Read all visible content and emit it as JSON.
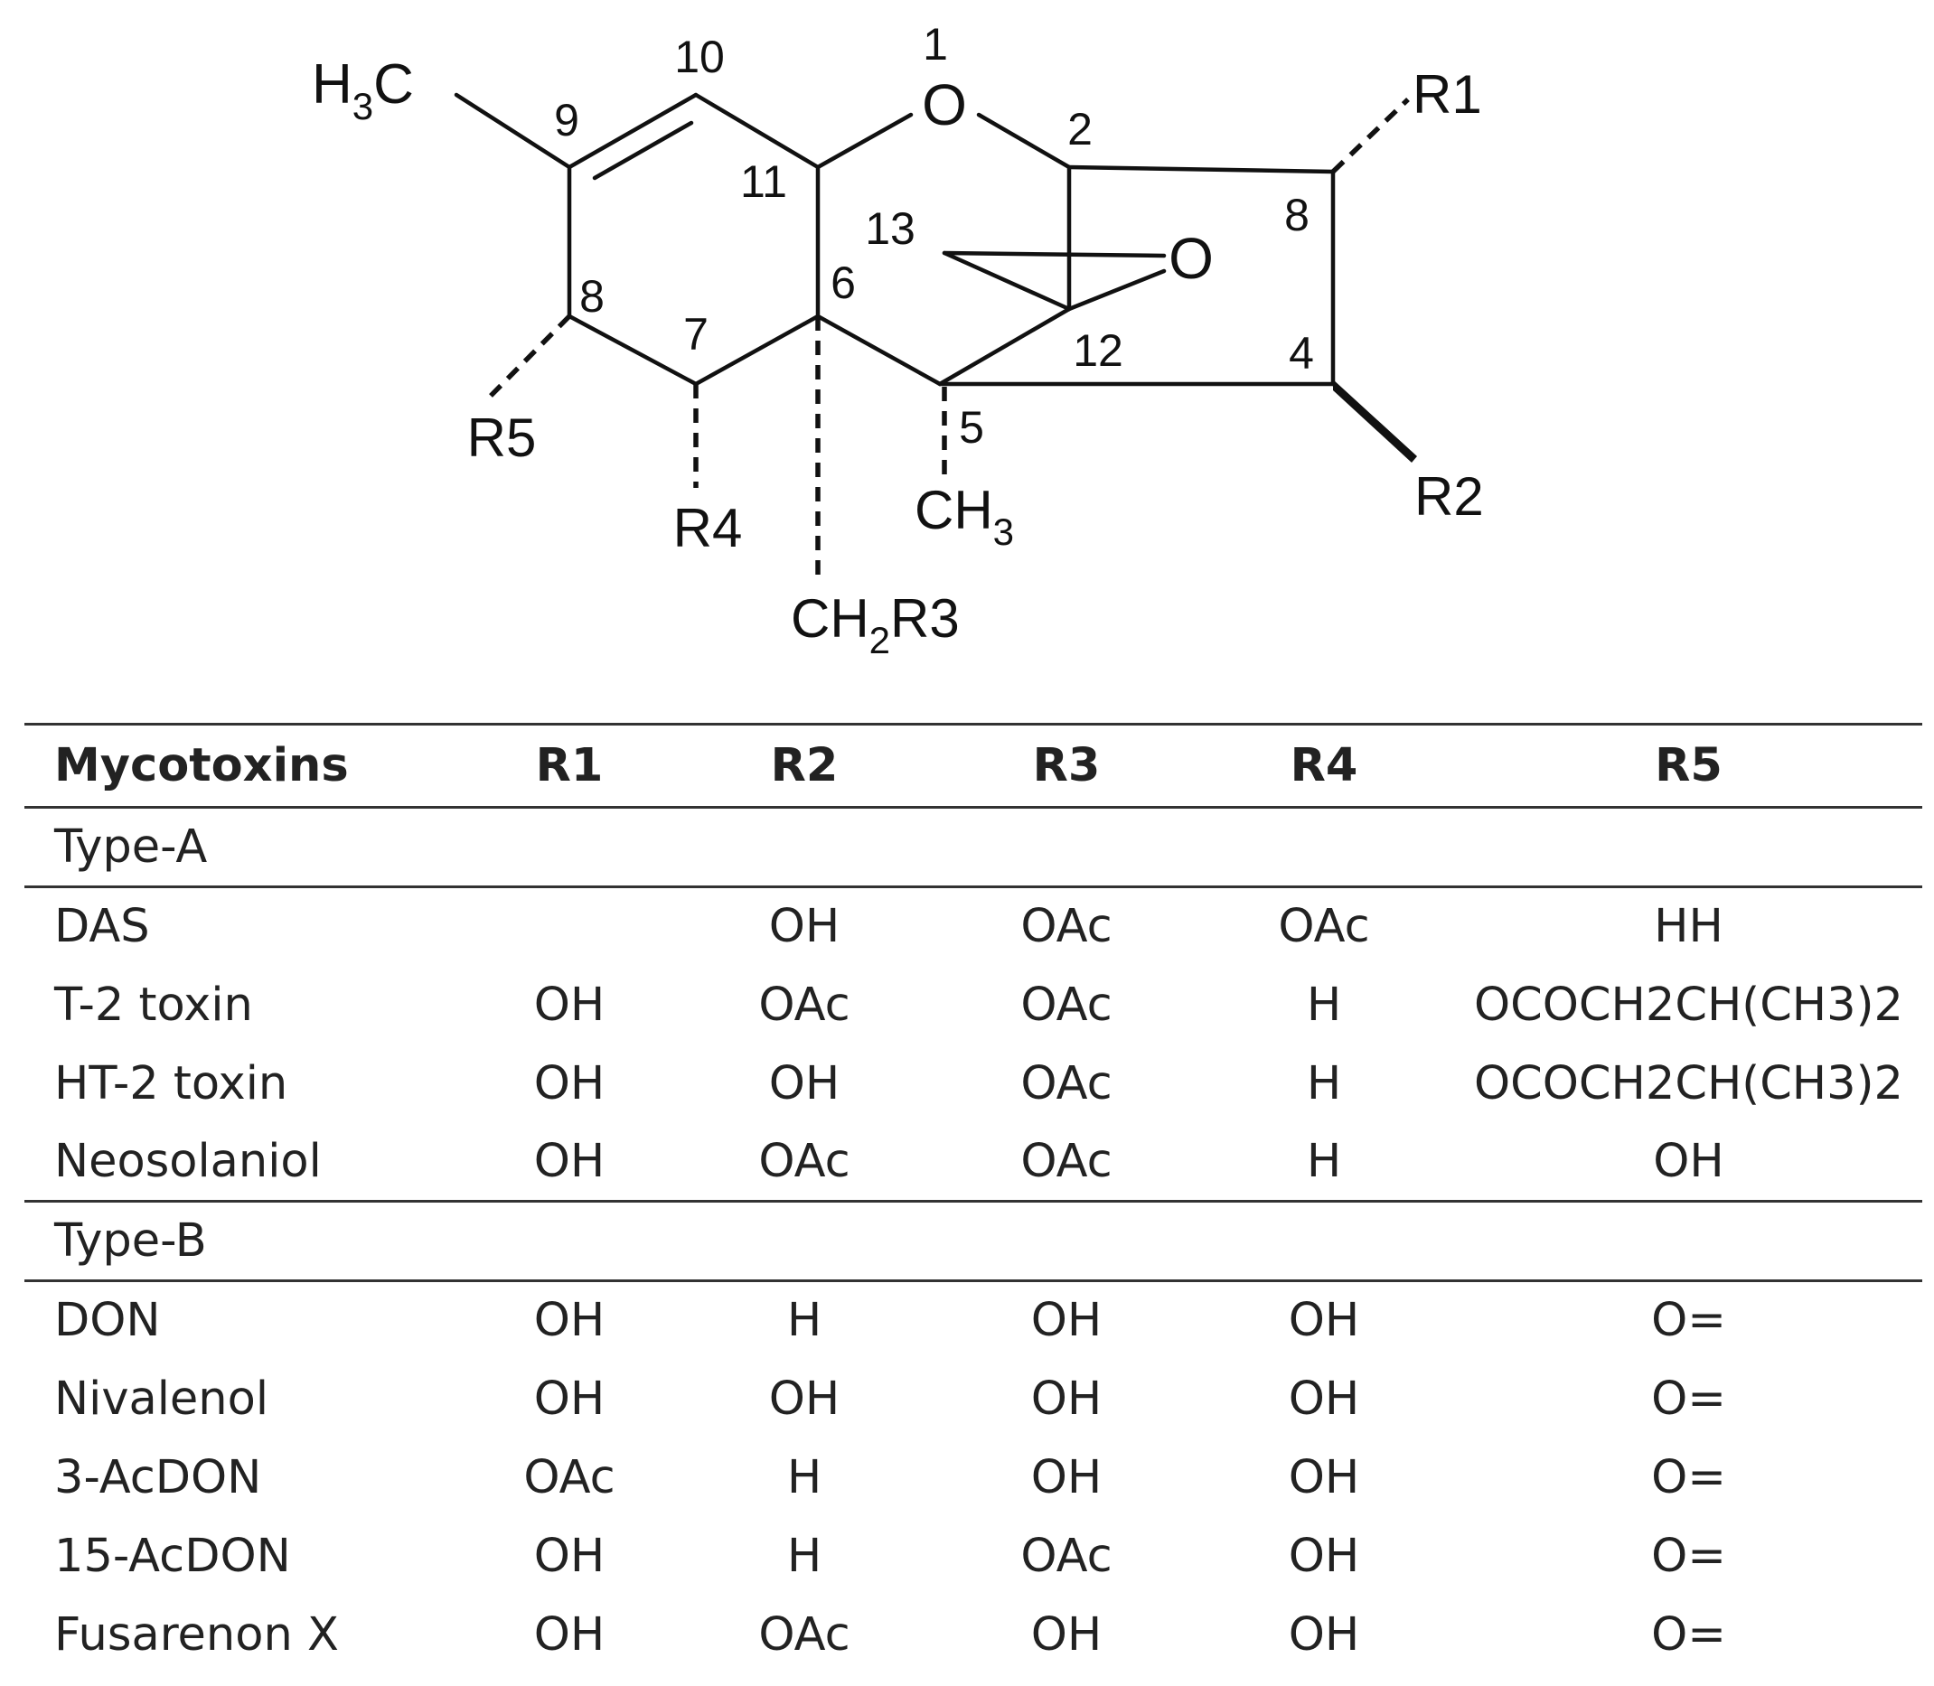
{
  "structure": {
    "labels": {
      "methyl": "H3C",
      "pos1": "1",
      "pos2": "2",
      "pos4": "4",
      "pos5": "5",
      "pos6": "6",
      "pos7": "7",
      "pos8_right": "8",
      "pos8_left": "8",
      "pos9": "9",
      "pos10": "10",
      "pos11": "11",
      "pos12": "12",
      "pos13": "13",
      "ring_oxygen": "O",
      "epoxide_oxygen": "O",
      "r1": "R1",
      "r2": "R2",
      "r4": "R4",
      "r5": "R5",
      "ch3": "CH3",
      "ch2r3": "CH2R3"
    }
  },
  "table": {
    "headers": [
      "Mycotoxins",
      "R1",
      "R2",
      "R3",
      "R4",
      "R5"
    ],
    "groups": [
      {
        "name": "Type-A",
        "rows": [
          [
            "DAS",
            "",
            "OH",
            "OAc",
            "OAc",
            "HH"
          ],
          [
            "T-2 toxin",
            "OH",
            "OAc",
            "OAc",
            "H",
            "OCOCH2CH(CH3)2"
          ],
          [
            "HT-2 toxin",
            "OH",
            "OH",
            "OAc",
            "H",
            "OCOCH2CH(CH3)2"
          ],
          [
            "Neosolaniol",
            "OH",
            "OAc",
            "OAc",
            "H",
            "OH"
          ]
        ]
      },
      {
        "name": "Type-B",
        "rows": [
          [
            "DON",
            "OH",
            "H",
            "OH",
            "OH",
            "O="
          ],
          [
            "Nivalenol",
            "OH",
            "OH",
            "OH",
            "OH",
            "O="
          ],
          [
            "3-AcDON",
            "OAc",
            "H",
            "OH",
            "OH",
            "O="
          ],
          [
            "15-AcDON",
            "OH",
            "H",
            "OAc",
            "OH",
            "O="
          ],
          [
            "Fusarenon X",
            "OH",
            "OAc",
            "OH",
            "OH",
            "O="
          ]
        ]
      }
    ]
  }
}
